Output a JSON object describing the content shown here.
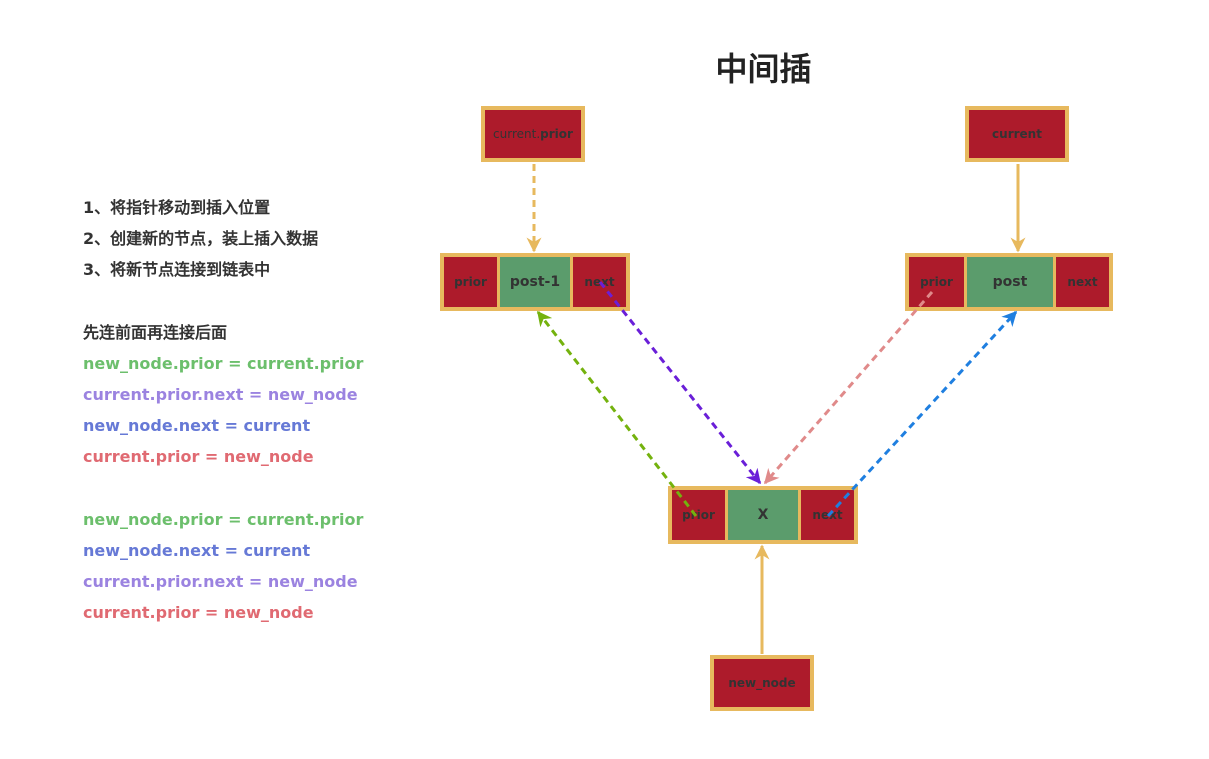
{
  "title": "中间插",
  "steps": [
    "1、将指针移动到插入位置",
    "2、创建新的节点，装上插入数据",
    "3、将新节点连接到链表中"
  ],
  "order_heading": "先连前面再连接后面",
  "code_block_1": [
    "new_node.prior = current.prior",
    "current.prior.next = new_node",
    "new_node.next = current",
    "current.prior = new_node"
  ],
  "code_block_2": [
    "new_node.prior = current.prior",
    "new_node.next = current",
    "current.prior.next = new_node",
    "current.prior = new_node"
  ],
  "pointers": {
    "current_prior_a": "current.",
    "current_prior_b": "prior",
    "current": "current",
    "new_node": "new_node"
  },
  "nodes": {
    "left": {
      "prior": "prior",
      "data": "post-1",
      "next": "next"
    },
    "right": {
      "prior": "prior",
      "data": "post",
      "next": "next"
    },
    "new": {
      "prior": "prior",
      "data": "X",
      "next": "next"
    }
  },
  "colors": {
    "node_border": "#e7b95e",
    "pointer_cell": "#ad1b2b",
    "data_cell": "#5b9c6c",
    "arrow_green": "#74b20e",
    "arrow_purple": "#6a1fd8",
    "arrow_pink": "#e08a8a",
    "arrow_blue": "#1f7fe0",
    "arrow_gold": "#e7b95e",
    "text_green": "#6cbf6c",
    "text_purple": "#9b83e0",
    "text_blue": "#6679d6",
    "text_red": "#e06a72"
  }
}
